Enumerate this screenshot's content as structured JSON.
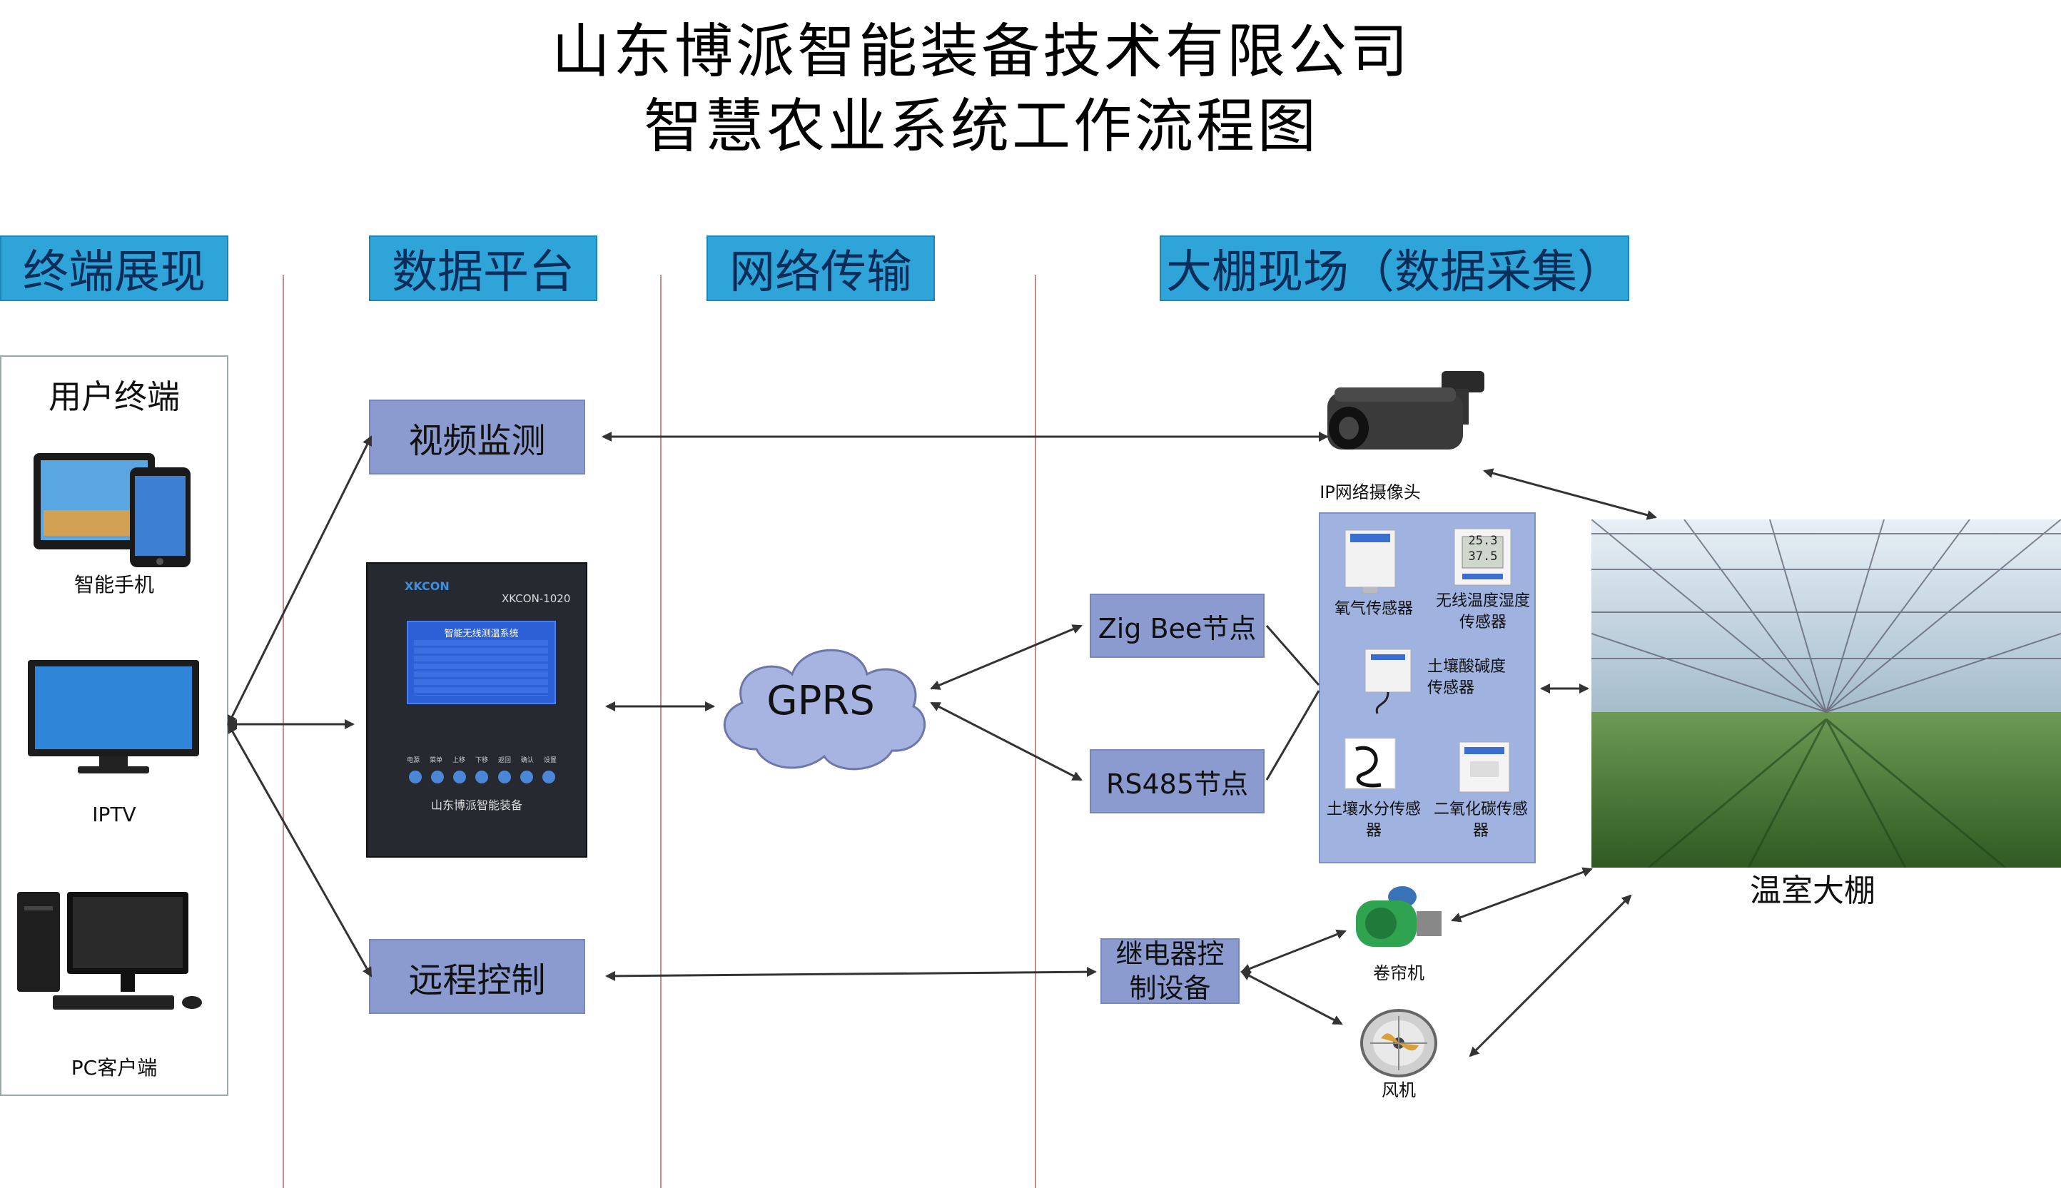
{
  "title": {
    "line1": "山东博派智能装备技术有限公司",
    "line2": "智慧农业系统工作流程图"
  },
  "headers": {
    "terminal": "终端展现",
    "platform": "数据平台",
    "network": "网络传输",
    "field": "大棚现场（数据采集）"
  },
  "terminal": {
    "title": "用户终端",
    "items": [
      "智能手机",
      "IPTV",
      "PC客户端"
    ]
  },
  "platform": {
    "video": "视频监测",
    "remote": "远程控制",
    "device": {
      "brand": "XKCON",
      "model": "XKCON-1020",
      "screen_title": "智能无线测温系统",
      "buttons": [
        "电源",
        "菜单",
        "上移",
        "下移",
        "返回",
        "确认",
        "设置"
      ],
      "maker": "山东博派智能装备"
    }
  },
  "network": {
    "cloud": "GPRS"
  },
  "field": {
    "zigbee": "Zig Bee节点",
    "rs485": "RS485节点",
    "relay": "继电器控制设备",
    "camera": "IP网络摄像头",
    "sensors": {
      "oxygen": "氧气传感器",
      "temp_humidity": "无线温度湿度传感器",
      "soil_ph": "土壤酸碱度传感器",
      "soil_moisture": "土壤水分传感器",
      "co2": "二氧化碳传感器"
    },
    "sensor_readings": {
      "temp": "25.3",
      "humidity": "37.5"
    },
    "greenhouse": "温室大棚",
    "roller": "卷帘机",
    "fan": "风机"
  },
  "colors": {
    "header_bg": "#2fa4d8",
    "box_bg": "#8b9bd0",
    "cloud_bg": "#a7b3e0",
    "sensor_panel": "#9fb2e0"
  }
}
